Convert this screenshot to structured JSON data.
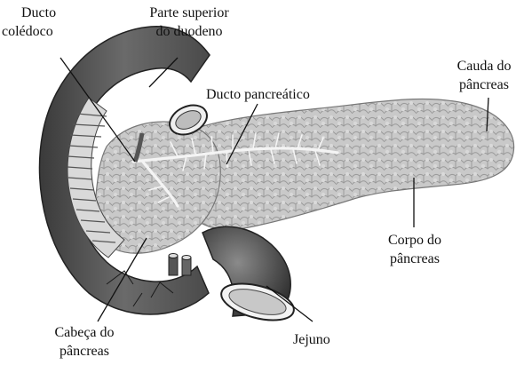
{
  "labels": {
    "common_bile_duct": [
      "Ducto",
      "colédoco"
    ],
    "upper_duodenum": [
      "Parte superior",
      "do duodeno"
    ],
    "pancreatic_duct": "Ducto pancreático",
    "tail": [
      "Cauda do",
      "pâncreas"
    ],
    "body": [
      "Corpo do",
      "pâncreas"
    ],
    "head": [
      "Cabeça do",
      "pâncreas"
    ],
    "jejunum": "Jejuno"
  }
}
